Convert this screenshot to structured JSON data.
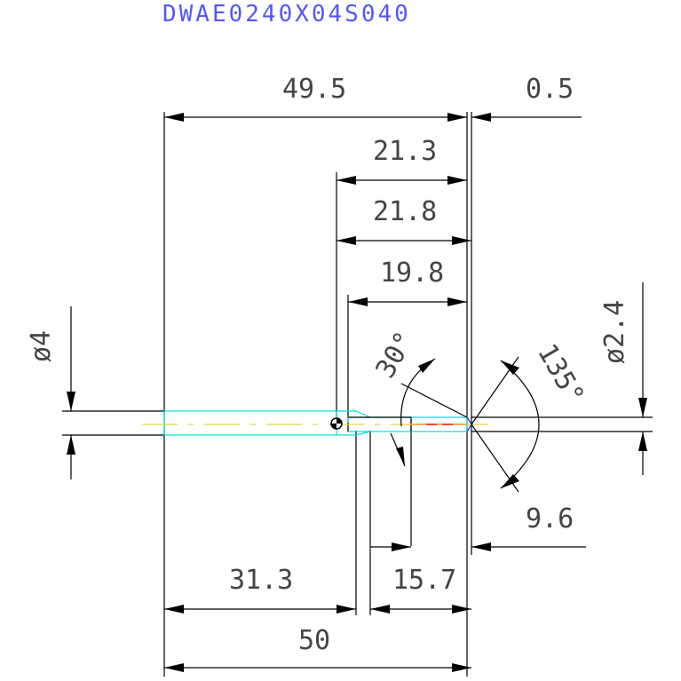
{
  "title": "DWAE0240X04S040",
  "dimensions": {
    "overall_length": "49.5",
    "tip_offset": "0.5",
    "d1": "21.3",
    "d2": "21.8",
    "d3": "19.8",
    "shank_length": "31.3",
    "flute_length": "15.7",
    "total_length": "50",
    "point_length": "9.6"
  },
  "angles": {
    "helix": "30°",
    "point": "135°"
  },
  "diameters": {
    "shank": "ø4",
    "drill": "ø2.4"
  },
  "colors": {
    "title": "#5555ff",
    "outline": "#000000",
    "body": "#00e0e0",
    "centerline": "#e6d23c",
    "cutting_edge": "#ff0000"
  }
}
